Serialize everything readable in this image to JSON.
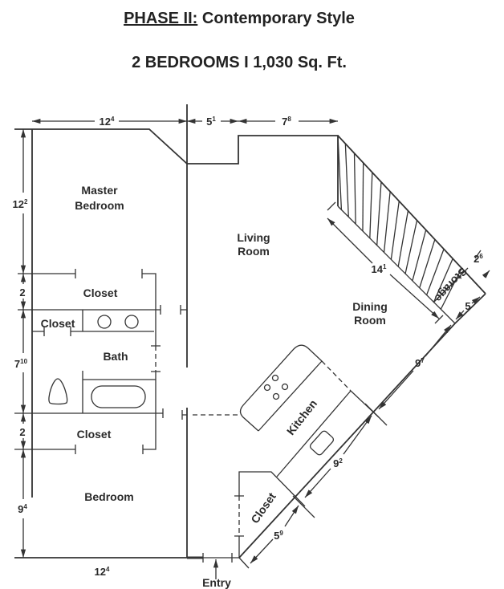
{
  "title": {
    "prefix": "PHASE II:",
    "rest": " Contemporary Style"
  },
  "subtitle": "2 BEDROOMS I 1,030 Sq. Ft.",
  "rooms": {
    "master_bedroom": [
      "Master",
      "Bedroom"
    ],
    "living_room": [
      "Living",
      "Room"
    ],
    "dining_room": [
      "Dining",
      "Room"
    ],
    "closet_master": "Closet",
    "closet_small": "Closet",
    "bath": "Bath",
    "closet_bedroom": "Closet",
    "bedroom": "Bedroom",
    "kitchen": "Kitchen",
    "closet_entry": "Closet",
    "storage": "Storage",
    "entry": "Entry"
  },
  "dimensions": {
    "top_master": {
      "main": "12",
      "sup": "4"
    },
    "top_hall": {
      "main": "5",
      "sup": "1"
    },
    "top_living": {
      "main": "7",
      "sup": "8"
    },
    "left_master": {
      "main": "12",
      "sup": "2"
    },
    "left_closet1": {
      "main": "2",
      "sup": ""
    },
    "left_bath": {
      "main": "7",
      "sup": "10"
    },
    "left_closet2": {
      "main": "2",
      "sup": ""
    },
    "left_bedroom": {
      "main": "9",
      "sup": "4"
    },
    "bottom_bedroom": {
      "main": "12",
      "sup": "4"
    },
    "stairs": {
      "main": "14",
      "sup": "1"
    },
    "storage_depth": {
      "main": "2",
      "sup": "6"
    },
    "storage_width": {
      "main": "5",
      "sup": ""
    },
    "dining": {
      "main": "9",
      "sup": "7"
    },
    "kitchen": {
      "main": "9",
      "sup": "2"
    },
    "closet_entry": {
      "main": "5",
      "sup": "9"
    }
  }
}
